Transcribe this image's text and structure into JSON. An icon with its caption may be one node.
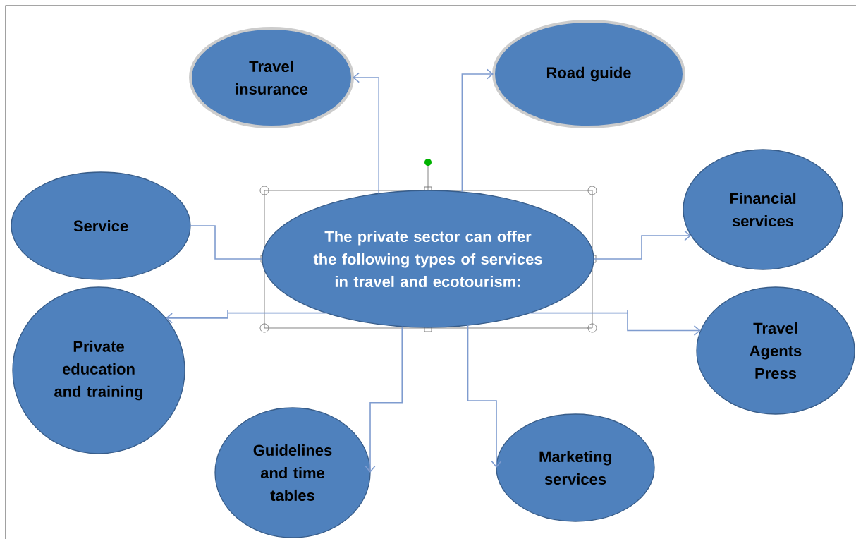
{
  "diagram": {
    "nodes": [
      {
        "text": [
          "The private sector can offer the following types of services in travel and ecotourism:"
        ]
      },
      {
        "text": [
          "Travel insurance"
        ]
      },
      {
        "text": [
          "Road guide"
        ]
      },
      {
        "text": [
          "Service"
        ]
      },
      {
        "text": [
          "Financial services"
        ]
      },
      {
        "text": [
          "Private education and training"
        ]
      },
      {
        "text": [
          "Travel Agents Press"
        ]
      },
      {
        "text": [
          "Guidelines and time tables"
        ]
      },
      {
        "text": [
          "Marketing services"
        ]
      }
    ],
    "edges": [
      {
        "from": 0,
        "to": 1,
        "arrow": "to"
      },
      {
        "from": 0,
        "to": 2,
        "arrow": "to"
      },
      {
        "from": 0,
        "to": 3,
        "arrow": "none"
      },
      {
        "from": 0,
        "to": 4,
        "arrow": "to"
      },
      {
        "from": 0,
        "to": 5,
        "arrow": "to"
      },
      {
        "from": 0,
        "to": 6,
        "arrow": "to"
      },
      {
        "from": 0,
        "to": 7,
        "arrow": "to"
      },
      {
        "from": 0,
        "to": 8,
        "arrow": "to"
      }
    ]
  }
}
